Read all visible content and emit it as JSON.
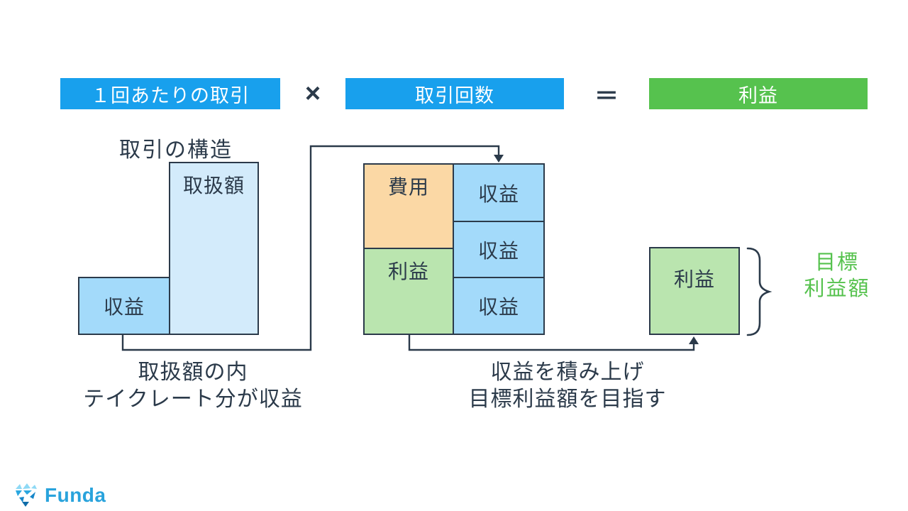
{
  "header": {
    "per_trade_label": "１回あたりの取引",
    "multiply_symbol": "×",
    "trade_count_label": "取引回数",
    "equals_symbol": "＝",
    "profit_label": "利益"
  },
  "left_structure": {
    "title": "取引の構造",
    "volume_box_label": "取扱額",
    "revenue_box_label": "収益",
    "caption_line1": "取扱額の内",
    "caption_line2": "テイクレート分が収益"
  },
  "middle_structure": {
    "cost_box_label": "費用",
    "profit_box_label": "利益",
    "revenue_boxes": [
      "収益",
      "収益",
      "収益"
    ],
    "caption_line1": "収益を積み上げ",
    "caption_line2": "目標利益額を目指す"
  },
  "right_structure": {
    "profit_box_label": "利益",
    "annotation_line1": "目標",
    "annotation_line2": "利益額"
  },
  "logo": {
    "text": "Funda",
    "icon": "funda-gem-icon"
  },
  "colors": {
    "accent_blue": "#18A0ED",
    "accent_green": "#56C24E",
    "light_blue": "#D3EBFB",
    "mid_blue": "#A3DAFA",
    "orange": "#FBD8A5",
    "light_green": "#BAE5AF",
    "ink": "#2B3A4A",
    "logo_blue": "#29A3DC",
    "annotation_green": "#56C24E"
  }
}
